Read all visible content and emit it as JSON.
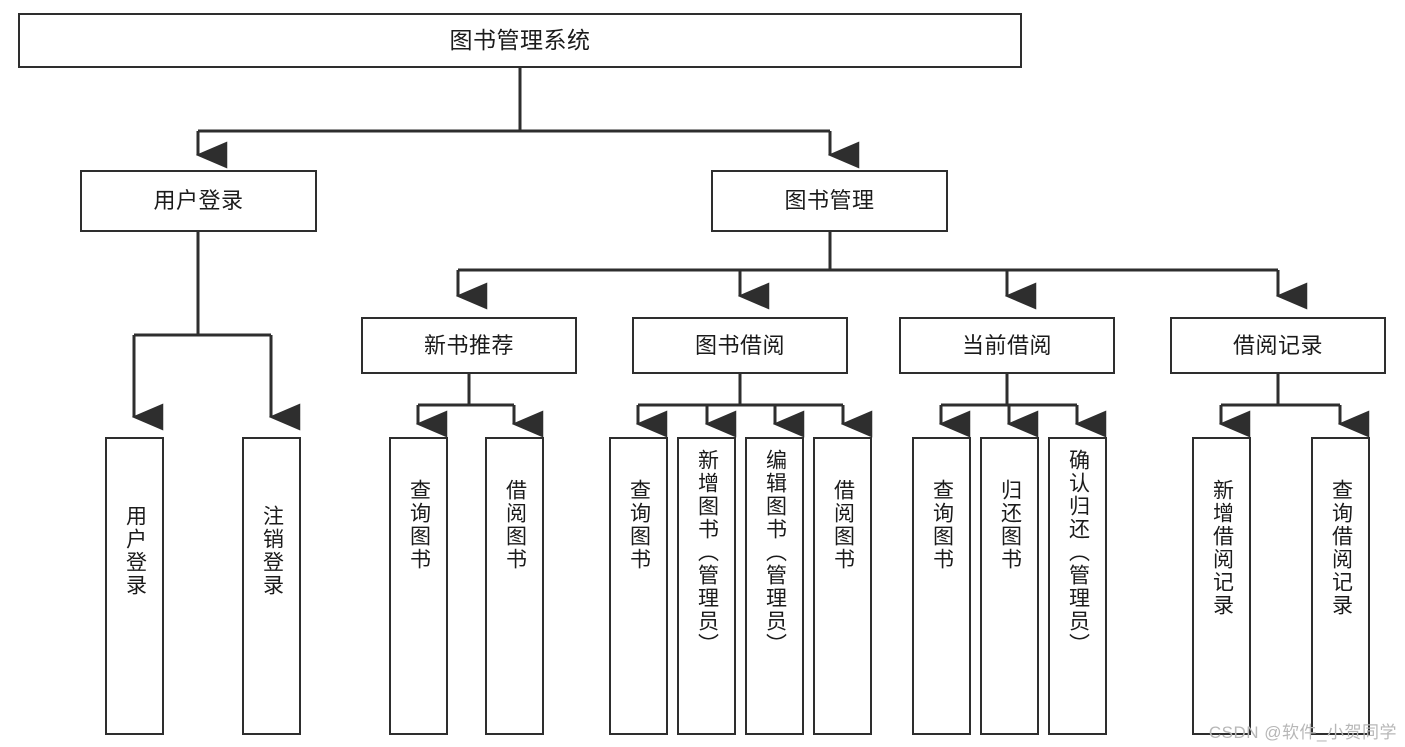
{
  "diagram": {
    "type": "tree",
    "title": "图书管理系统",
    "orientation": "top-down",
    "colors": {
      "stroke": "#2e2e2e",
      "fill": "#ffffff",
      "text": "#1b1b1b",
      "watermark": "#b7b7b7"
    },
    "watermark": "CSDN @软件_小贺同学"
  },
  "nodes": {
    "root": {
      "label": "图书管理系统",
      "level": 0
    },
    "level1": [
      {
        "id": "user-login",
        "label": "用户登录"
      },
      {
        "id": "book-manage",
        "label": "图书管理"
      }
    ],
    "level2": [
      {
        "id": "new-book-recommend",
        "label": "新书推荐",
        "parent": "book-manage"
      },
      {
        "id": "book-borrow",
        "label": "图书借阅",
        "parent": "book-manage"
      },
      {
        "id": "current-borrow",
        "label": "当前借阅",
        "parent": "book-manage"
      },
      {
        "id": "borrow-record",
        "label": "借阅记录",
        "parent": "book-manage"
      }
    ],
    "leaves": [
      {
        "id": "leaf-user-login",
        "label": "用户登录",
        "parent": "user-login"
      },
      {
        "id": "leaf-logout",
        "label": "注销登录",
        "parent": "user-login"
      },
      {
        "id": "leaf-query-book-1",
        "label": "查询图书",
        "parent": "new-book-recommend"
      },
      {
        "id": "leaf-borrow-book-1",
        "label": "借阅图书",
        "parent": "new-book-recommend"
      },
      {
        "id": "leaf-query-book-2",
        "label": "查询图书",
        "parent": "book-borrow"
      },
      {
        "id": "leaf-add-book",
        "label": "新增图书（管理员）",
        "parent": "book-borrow"
      },
      {
        "id": "leaf-edit-book",
        "label": "编辑图书（管理员）",
        "parent": "book-borrow"
      },
      {
        "id": "leaf-borrow-book-2",
        "label": "借阅图书",
        "parent": "book-borrow"
      },
      {
        "id": "leaf-query-book-3",
        "label": "查询图书",
        "parent": "current-borrow"
      },
      {
        "id": "leaf-return-book",
        "label": "归还图书",
        "parent": "current-borrow"
      },
      {
        "id": "leaf-confirm-return",
        "label": "确认归还（管理员）",
        "parent": "current-borrow"
      },
      {
        "id": "leaf-add-record",
        "label": "新增借阅记录",
        "parent": "borrow-record"
      },
      {
        "id": "leaf-query-record",
        "label": "查询借阅记录",
        "parent": "borrow-record"
      }
    ]
  }
}
